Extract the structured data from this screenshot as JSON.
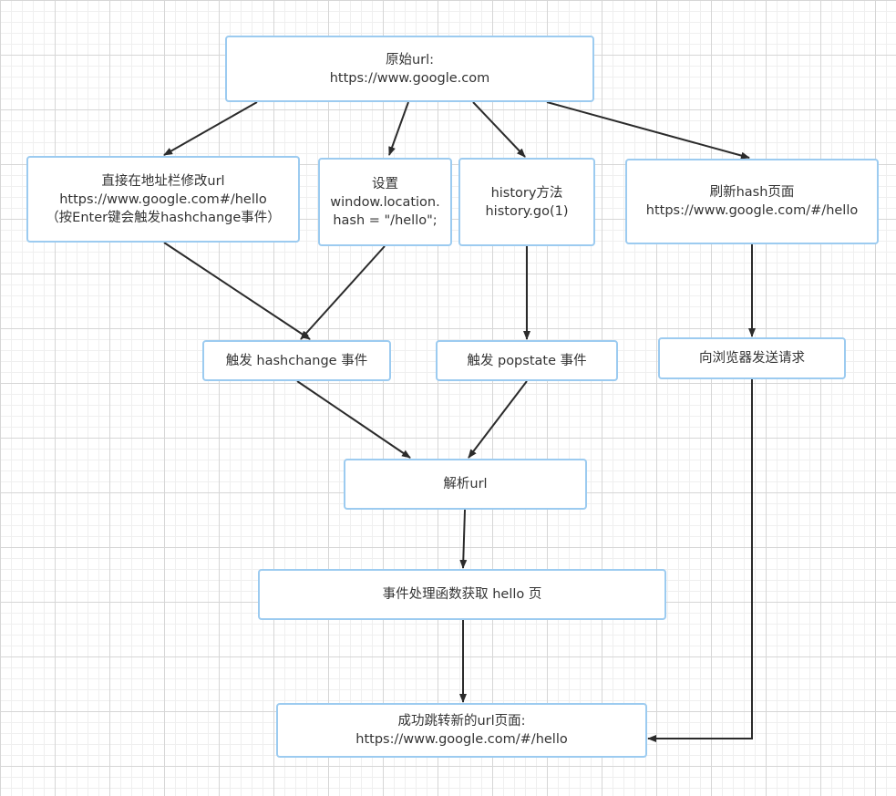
{
  "nodes": {
    "original": {
      "line1": "原始url:",
      "line2": "https://www.google.com"
    },
    "edit_address": {
      "line1": "直接在地址栏修改url",
      "line2": "https://www.google.com#/hello",
      "line3": "（按Enter键会触发hashchange事件）"
    },
    "set_hash": {
      "line1": "设置",
      "line2": "window.location.",
      "line3": "hash = \"/hello\";"
    },
    "history_method": {
      "line1": "history方法",
      "line2": "history.go(1)"
    },
    "refresh_hash": {
      "line1": "刷新hash页面",
      "line2": "https://www.google.com/#/hello"
    },
    "hashchange_event": {
      "line1": "触发 hashchange 事件"
    },
    "popstate_event": {
      "line1": "触发 popstate 事件"
    },
    "send_request": {
      "line1": "向浏览器发送请求"
    },
    "parse_url": {
      "line1": "解析url"
    },
    "handler": {
      "line1": "事件处理函数获取 hello 页"
    },
    "result": {
      "line1": "成功跳转新的url页面:",
      "line2": "https://www.google.com/#/hello"
    }
  }
}
